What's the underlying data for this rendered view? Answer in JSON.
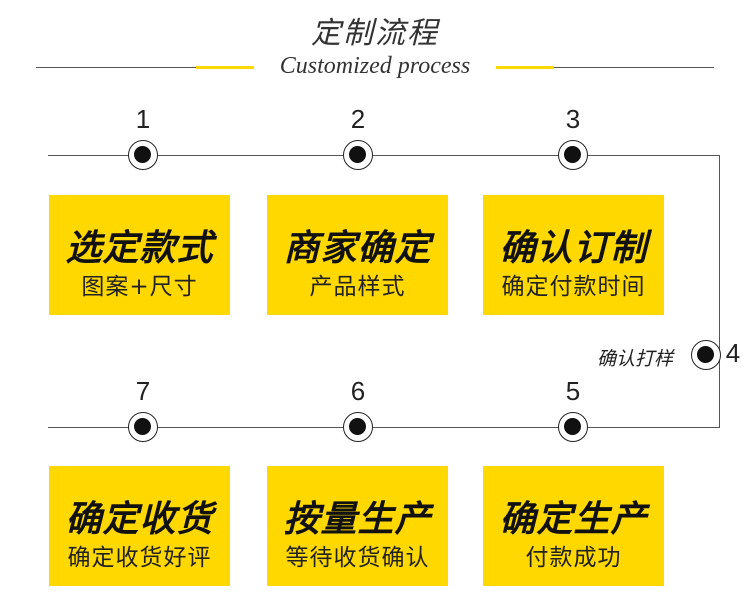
{
  "header": {
    "title": "定制流程",
    "subtitle": "Customized process"
  },
  "colors": {
    "accent": "#ffd800",
    "line": "#555555",
    "node": "#111111"
  },
  "steps": [
    {
      "num": "1",
      "title": "选定款式",
      "sub": "图案+尺寸"
    },
    {
      "num": "2",
      "title": "商家确定",
      "sub": "产品样式"
    },
    {
      "num": "3",
      "title": "确认订制",
      "sub": "确定付款时间"
    },
    {
      "num": "4",
      "label": "确认打样"
    },
    {
      "num": "5",
      "title": "确定生产",
      "sub": "付款成功"
    },
    {
      "num": "6",
      "title": "按量生产",
      "sub": "等待收货确认"
    },
    {
      "num": "7",
      "title": "确定收货",
      "sub": "确定收货好评"
    }
  ]
}
